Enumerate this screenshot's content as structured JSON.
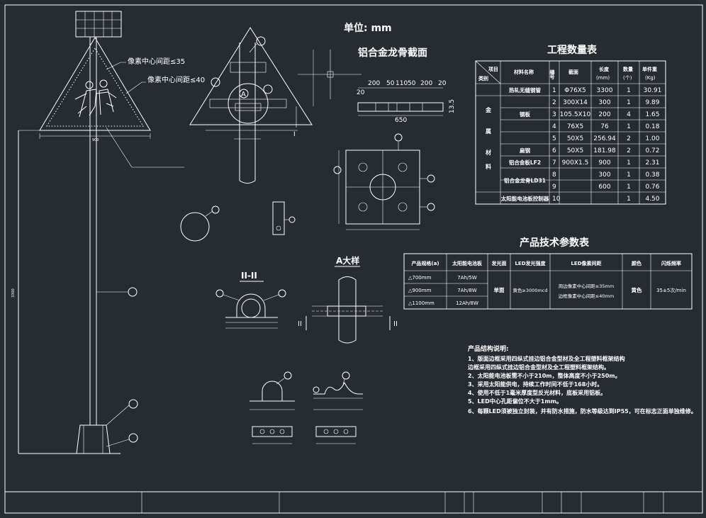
{
  "unit_label": "单位: mm",
  "section_title": "铝合金龙骨截面",
  "section_dims": {
    "top": [
      "200",
      "50",
      "110",
      "50",
      "200",
      "20"
    ],
    "left": "20",
    "right": "13.5",
    "total": "650"
  },
  "sign_notes": {
    "spacing_35": "像素中心间距≤35",
    "spacing_40": "像素中心间距≤40"
  },
  "detail_labels": {
    "view_ii": "II-II",
    "detail_a": "A大样",
    "marker_a": "A",
    "roman_ii": "II",
    "roman_i": "I"
  },
  "quantities_table": {
    "title": "工程数量表",
    "header": {
      "item": "项目",
      "category": "类别",
      "material": "材料名称",
      "no": "编号",
      "spec": "截面",
      "length": "长度",
      "length_unit": "(mm)",
      "qty": "数量",
      "qty_unit": "(个)",
      "weight": "单件重",
      "weight_unit": "(Kg)"
    },
    "category_chars": [
      "金",
      "属",
      "材",
      "料"
    ],
    "rows": [
      {
        "material": "热轧无缝钢管",
        "no": "1",
        "spec": "Φ76X5",
        "length": "3300",
        "qty": "1",
        "weight": "30.91"
      },
      {
        "material": "钢板",
        "no": "2",
        "spec": "300X14",
        "length": "300",
        "qty": "1",
        "weight": "9.89"
      },
      {
        "material": "",
        "no": "3",
        "spec": "105.5X10",
        "length": "200",
        "qty": "4",
        "weight": "1.65"
      },
      {
        "material": "",
        "no": "4",
        "spec": "76X5",
        "length": "76",
        "qty": "1",
        "weight": "0.18"
      },
      {
        "material": "扁钢",
        "no": "5",
        "spec": "50X5",
        "length": "256.94",
        "qty": "2",
        "weight": "1.00"
      },
      {
        "material": "",
        "no": "6",
        "spec": "50X5",
        "length": "181.98",
        "qty": "2",
        "weight": "0.72"
      },
      {
        "material": "铝合金板LF2",
        "no": "7",
        "spec": "900X1.5",
        "length": "900",
        "qty": "1",
        "weight": "2.31"
      },
      {
        "material": "铝合金龙骨LD31",
        "no": "8",
        "spec": "",
        "length": "300",
        "qty": "1",
        "weight": "0.38"
      },
      {
        "material": "",
        "no": "9",
        "spec": "",
        "length": "600",
        "qty": "1",
        "weight": "0.76"
      },
      {
        "material": "太阳能电池板控制器",
        "no": "10",
        "spec": "",
        "length": "",
        "qty": "1",
        "weight": "4.50"
      }
    ]
  },
  "params_table": {
    "title": "产品技术参数表",
    "headers": [
      "产品规格(a)",
      "太阳能电池板",
      "发光面",
      "LED发光强度",
      "LED像素间距",
      "颜色",
      "闪烁频率"
    ],
    "rows": [
      {
        "spec": "△700mm",
        "panel": "7Ah/5W"
      },
      {
        "spec": "△900mm",
        "panel": "7Ah/8W"
      },
      {
        "spec": "△1100mm",
        "panel": "12Ah/8W"
      }
    ],
    "face": "单面",
    "intensity": "黄色≥3000mcd",
    "pitch_line1": "周边像素中心间距≤35mm",
    "pitch_line2": "边框像素中心间距≤40mm",
    "color": "黄色",
    "frequency": "35±5次/min"
  },
  "notes": {
    "title": "产品结构说明:",
    "lines": [
      "1、版面边框采用四纵式挂边铝合金型材及全工程塑料框架结构",
      "边框采用四纵式挂边铝合金型材及全工程塑料框架结构。",
      "2、太阳能电池板需不小于210m，整体高度不小于250m。",
      "3、采用太阳能供电，持续工作时间不低于168小时。",
      "4、使用不低于1毫米厚度型反光材料，底板采用铝板。",
      "5、LED中心孔距偏位不大于1mm。",
      "6、每颗LED须被独立封装，并有防水措施，防水等级达到IP55，可在标志正面单独维修。"
    ]
  },
  "colors": {
    "background": "#272c33",
    "line": "#ffffff"
  }
}
